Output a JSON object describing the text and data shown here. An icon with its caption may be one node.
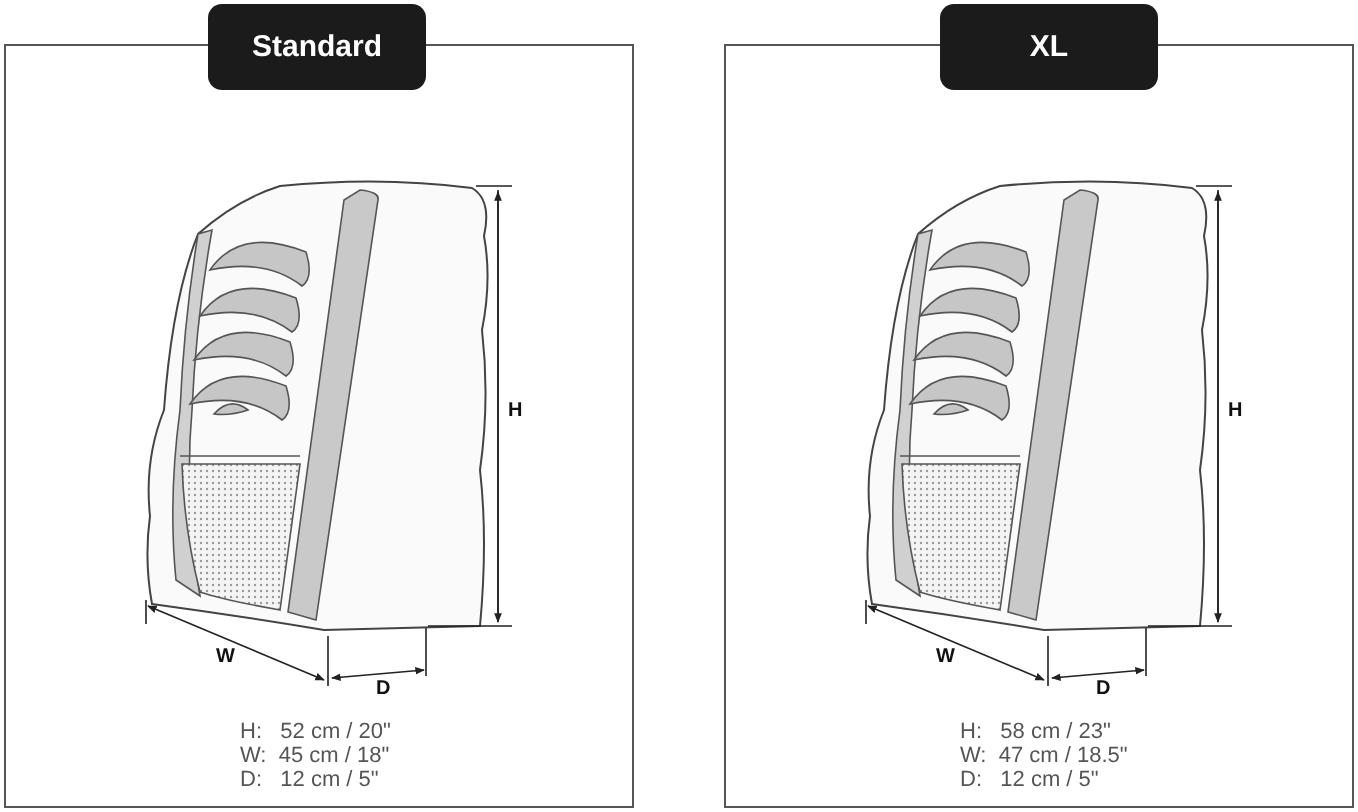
{
  "diagram": {
    "nodes": [
      {
        "text": [
          "Standard"
        ]
      },
      {
        "text": [
          "XL"
        ]
      }
    ],
    "labels": [
      "H",
      "W",
      "D",
      "H:   52 cm / 20\"",
      "W:  45 cm / 18\"",
      "D:   12 cm / 5\"",
      "H",
      "W",
      "D",
      "H:   58 cm / 23\"",
      "W:  47 cm / 18.5\"",
      "D:   12 cm / 5\""
    ]
  }
}
